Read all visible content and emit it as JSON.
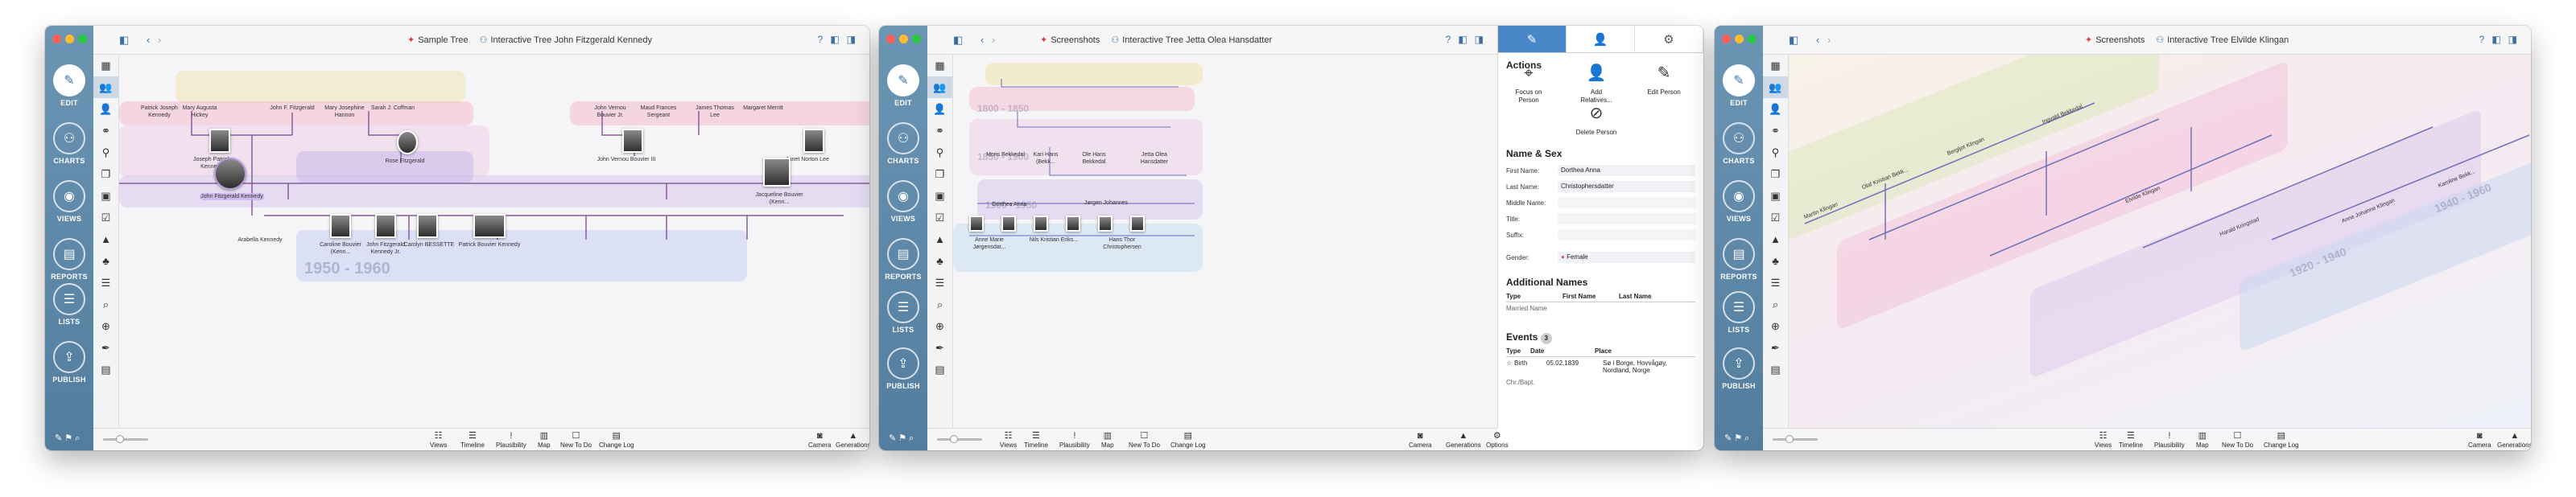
{
  "windows": [
    {
      "tab_text": "Sample Tree",
      "chart_title": "Interactive Tree John Fitzgerald Kennedy",
      "nav": [
        "EDIT",
        "CHARTS",
        "VIEWS",
        "REPORTS",
        "LISTS",
        "PUBLISH"
      ],
      "periods": [
        "1950 - 1960"
      ],
      "persons": [
        "Patrick Joseph Kennedy",
        "Mary Augusta Hickey",
        "John F. Fitzgerald",
        "Mary Josephine Hannon",
        "Sarah J. Coffman",
        "John Vernou Bouvier Jr.",
        "Maud Frances Sergeant",
        "James Thomas Lee",
        "Margaret Merritt",
        "Joseph Patrick Kennedy",
        "Rose Fitzgerald",
        "John Vernou Bouvier III",
        "Janet Norton Lee",
        "John Fitzgerald Kennedy",
        "Jacqueline Bouvier (Kenn...",
        "Arabella Kennedy",
        "Caroline Bouvier (Kenn...",
        "John Fitzgerald Kennedy Jr.",
        "Carolyn BESSETTE",
        "Patrick Bouvier Kennedy"
      ]
    },
    {
      "tab_text": "Screenshots",
      "chart_title": "Interactive Tree Jetta Olea Hansdatter",
      "nav": [
        "EDIT",
        "CHARTS",
        "VIEWS",
        "REPORTS",
        "LISTS",
        "PUBLISH"
      ],
      "periods": [
        "1800 - 1850",
        "1850 - 1900",
        "1900 - 1950"
      ],
      "persons": [
        "Mons Bekkedal",
        "Kari Hans (Bekk...",
        "Ole Hans Bekkedal",
        "Jetta Olea Hansdatter",
        "Anne Marie Jørgensdat...",
        "Nils Kristian Eriks...",
        "Hans Thor Christophersen",
        "Dorthea Anna",
        "Jørgen Johannes"
      ]
    },
    {
      "tab_text": "Screenshots",
      "chart_title": "Interactive Tree Elvilde Klingan",
      "nav": [
        "EDIT",
        "CHARTS",
        "VIEWS",
        "REPORTS",
        "LISTS",
        "PUBLISH"
      ],
      "periods": [
        "1920 - 1940",
        "1940 - 1960"
      ],
      "persons": [
        "Elvilde Klingan",
        "Harald Kringstad",
        "Anne Johanne Klingan",
        "Karoline Bekk...",
        "Bergljot Klingan",
        "Ingvald Bekkedal",
        "Martin Klingan",
        "Olaf Kristian Bekk..."
      ]
    }
  ],
  "bottom_items": [
    "Views",
    "Timeline",
    "Plausibility",
    "Map",
    "New To Do",
    "Change Log"
  ],
  "bottom_right": [
    "Camera",
    "Generations",
    "Options"
  ],
  "inspector": {
    "actions_title": "Actions",
    "actions": [
      "Focus on Person",
      "Add Relatives...",
      "Edit Person",
      "Delete Person"
    ],
    "name_sex_title": "Name & Sex",
    "fields": [
      {
        "label": "First Name:",
        "value": "Dorthea Anna"
      },
      {
        "label": "Last Name:",
        "value": "Christophersdatter"
      },
      {
        "label": "Middle Name:",
        "value": ""
      },
      {
        "label": "Title:",
        "value": ""
      },
      {
        "label": "Suffix:",
        "value": ""
      }
    ],
    "gender_label": "Gender:",
    "gender_value": "Female",
    "additional_title": "Additional Names",
    "additional_cols": [
      "Type",
      "First Name",
      "Last Name"
    ],
    "additional_empty": "Married Name",
    "events_title": "Events",
    "events_count": "3",
    "event_cols": [
      "Type",
      "Date",
      "Place"
    ],
    "event_row": {
      "type": "Birth",
      "date": "05.02.1839",
      "place": "Sø i Borge, Hovvågøy, Nordland, Norge"
    },
    "event_more": "Chr./Bapt."
  },
  "colors": {
    "sidebar": "#5f88a8",
    "accent": "#4a87c9",
    "male": "#5a76d0",
    "female": "#cf5b82"
  }
}
